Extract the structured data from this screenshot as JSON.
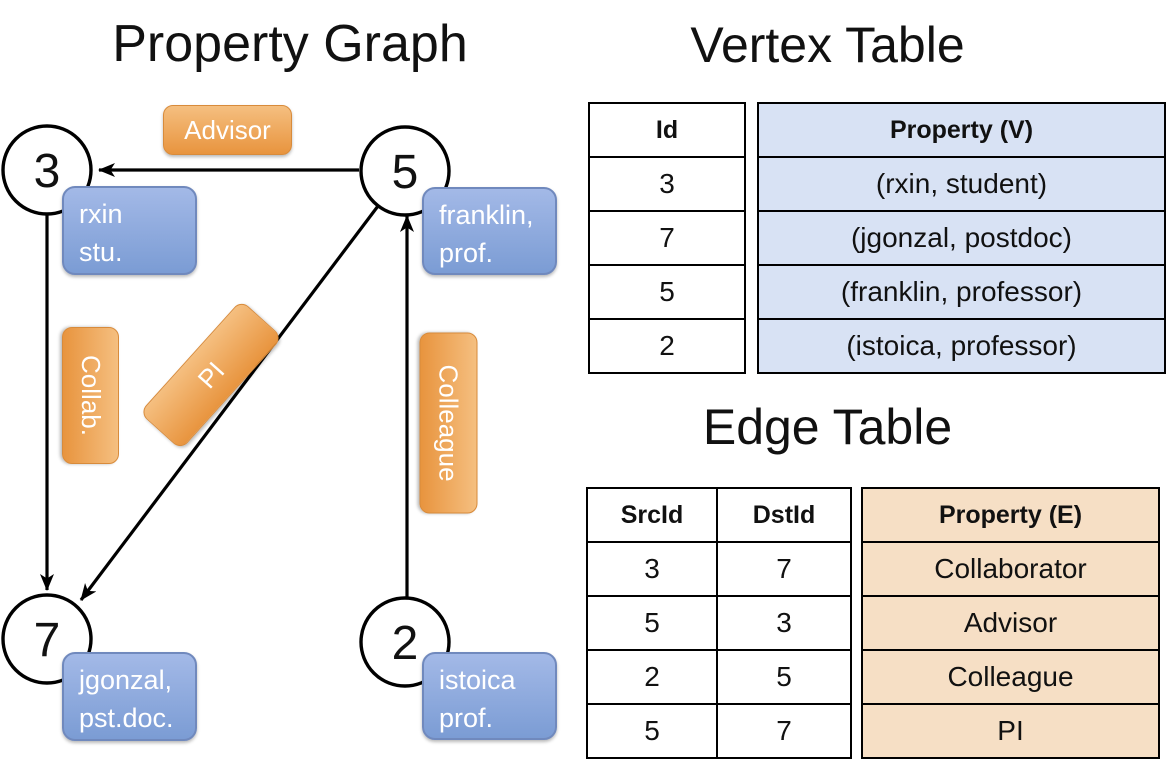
{
  "graph": {
    "title": "Property Graph",
    "nodes": [
      {
        "id": "3"
      },
      {
        "id": "5"
      },
      {
        "id": "7"
      },
      {
        "id": "2"
      }
    ],
    "vertex_boxes": [
      {
        "line1": "rxin",
        "line2": "stu."
      },
      {
        "line1": "franklin,",
        "line2": "prof."
      },
      {
        "line1": "jgonzal,",
        "line2": "pst.doc."
      },
      {
        "line1": "istoica",
        "line2": "prof."
      }
    ],
    "edge_labels": [
      {
        "text": "Advisor"
      },
      {
        "text": "Collab."
      },
      {
        "text": "PI"
      },
      {
        "text": "Colleague"
      }
    ]
  },
  "vertex_table": {
    "title": "Vertex Table",
    "id_header": "Id",
    "property_header": "Property (V)",
    "rows": [
      {
        "id": "3",
        "property": "(rxin, student)"
      },
      {
        "id": "7",
        "property": "(jgonzal, postdoc)"
      },
      {
        "id": "5",
        "property": "(franklin, professor)"
      },
      {
        "id": "2",
        "property": "(istoica, professor)"
      }
    ]
  },
  "edge_table": {
    "title": "Edge Table",
    "src_header": "SrcId",
    "dst_header": "DstId",
    "property_header": "Property (E)",
    "rows": [
      {
        "src": "3",
        "dst": "7",
        "property": "Collaborator"
      },
      {
        "src": "5",
        "dst": "3",
        "property": "Advisor"
      },
      {
        "src": "2",
        "dst": "5",
        "property": "Colleague"
      },
      {
        "src": "5",
        "dst": "7",
        "property": "PI"
      }
    ]
  },
  "colors": {
    "orange_light": "#f5bf80",
    "orange_dark": "#e8943e",
    "orange_border": "#d88b3b",
    "blue_light": "#a3b9e7",
    "blue_dark": "#7b9cd4",
    "blue_border": "#7089bd",
    "vertex_cell": "#d8e2f4",
    "edge_cell": "#f6dfc5",
    "line": "#000000"
  }
}
